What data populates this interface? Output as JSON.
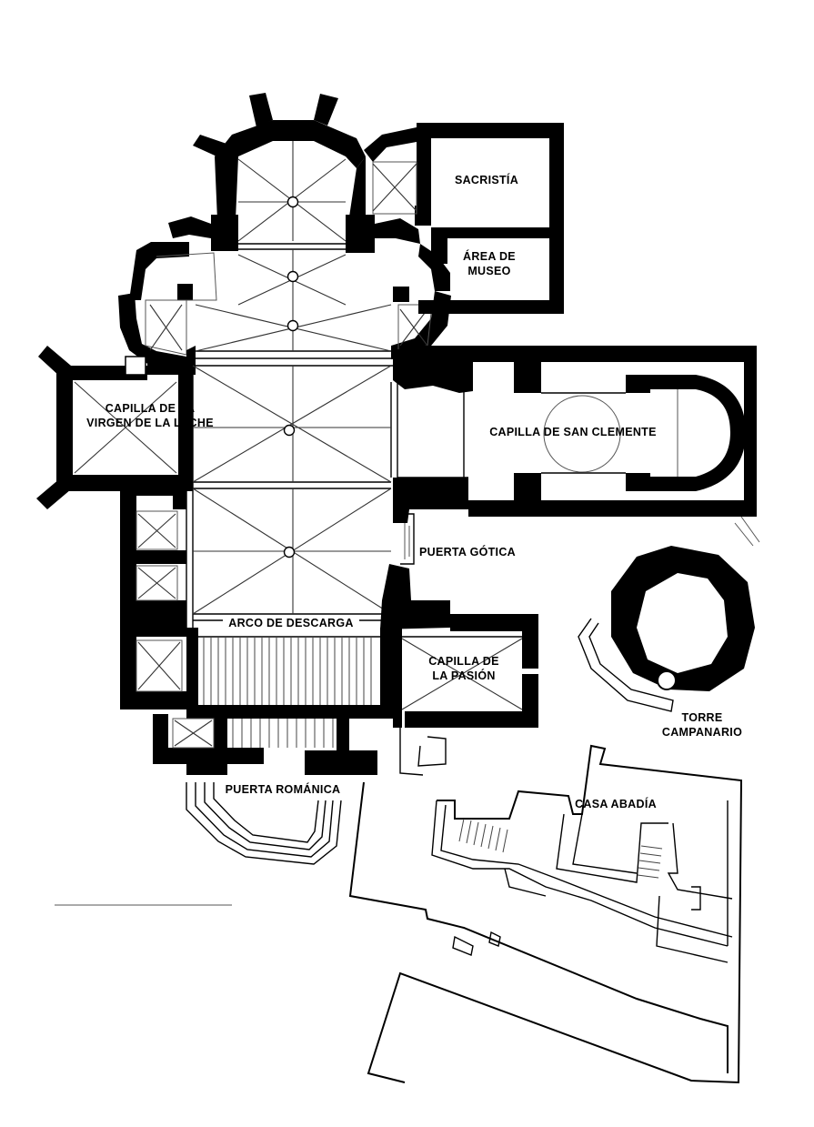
{
  "labels": {
    "sacristia": "SACRISTÍA",
    "area_museo": "ÁREA DE\nMUSEO",
    "capilla_virgen": "CAPILLA DE LA\nVIRGEN DE LA LECHE",
    "capilla_san_clemente": "CAPILLA DE SAN CLEMENTE",
    "puerta_gotica": "PUERTA GÓTICA",
    "arco_descarga": "ARCO DE DESCARGA",
    "capilla_pasion": "CAPILLA DE\nLA PASIÓN",
    "torre_campanario": "TORRE\nCAMPANARIO",
    "puerta_romanica": "PUERTA ROMÁNICA",
    "casa_abadia": "CASA ABADÍA"
  }
}
